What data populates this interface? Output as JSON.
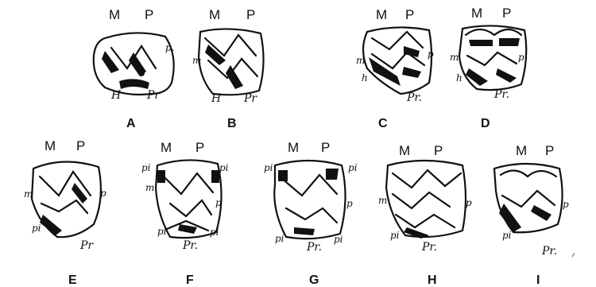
{
  "figures": [
    {
      "id": "A",
      "labels": {
        "M": "M",
        "P": "P",
        "p": "p.",
        "H": "H",
        "Pr": "Pr"
      }
    },
    {
      "id": "B",
      "labels": {
        "M": "M",
        "P": "P",
        "m": "m",
        "H": "H",
        "Pr": "Pr"
      }
    },
    {
      "id": "C",
      "labels": {
        "M": "M",
        "P": "P",
        "m": "m",
        "p": "p",
        "h": "h",
        "Pr": "Pr."
      }
    },
    {
      "id": "D",
      "labels": {
        "M": "M",
        "P": "P",
        "m": "m",
        "p": "p",
        "h": "h",
        "Pr": "Pr."
      }
    },
    {
      "id": "E",
      "labels": {
        "M": "M",
        "P": "P",
        "m": "m",
        "p": "p",
        "pi": "pi",
        "Pr": "Pr"
      }
    },
    {
      "id": "F",
      "labels": {
        "M": "M",
        "P": "P",
        "pi_tl": "pi",
        "pi_tr": "pi",
        "m": "m",
        "p": "p",
        "pi_bl": "pi",
        "pi_br": "pi",
        "Pr": "Pr."
      }
    },
    {
      "id": "G",
      "labels": {
        "M": "M",
        "P": "P",
        "pi_tl": "pi",
        "pi_tr": "pi",
        "p": "p",
        "pi_bl": "pi",
        "pi_br": "pi",
        "Pr": "Pr."
      }
    },
    {
      "id": "H",
      "labels": {
        "M": "M",
        "P": "P",
        "m": "m",
        "p": "p",
        "pi": "pi",
        "Pr": "Pr."
      }
    },
    {
      "id": "I",
      "labels": {
        "M": "M",
        "P": "P",
        "p": "p",
        "pi": "pi",
        "Pr": "Pr."
      }
    }
  ]
}
